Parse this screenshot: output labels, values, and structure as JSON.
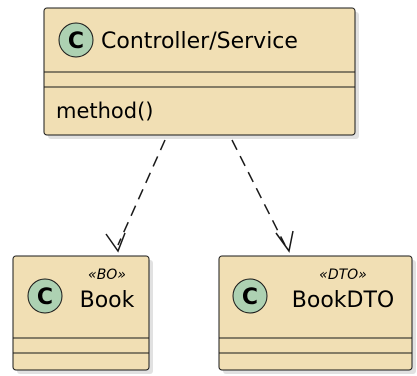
{
  "diagram": {
    "colors": {
      "class_fill": "#F1DFB4",
      "class_border": "#181818",
      "class_icon_fill": "#ADD1B2",
      "arrow": "#181818"
    },
    "classes": [
      {
        "id": "controller",
        "icon_letter": "C",
        "name": "Controller/Service",
        "stereotype": "",
        "methods": [
          "method()"
        ]
      },
      {
        "id": "book",
        "icon_letter": "C",
        "name": "Book",
        "stereotype": "«BO»",
        "methods": []
      },
      {
        "id": "bookdto",
        "icon_letter": "C",
        "name": "BookDTO",
        "stereotype": "«DTO»",
        "methods": []
      }
    ],
    "relations": [
      {
        "from": "controller",
        "to": "book",
        "kind": "dependency"
      },
      {
        "from": "controller",
        "to": "bookdto",
        "kind": "dependency"
      }
    ]
  }
}
